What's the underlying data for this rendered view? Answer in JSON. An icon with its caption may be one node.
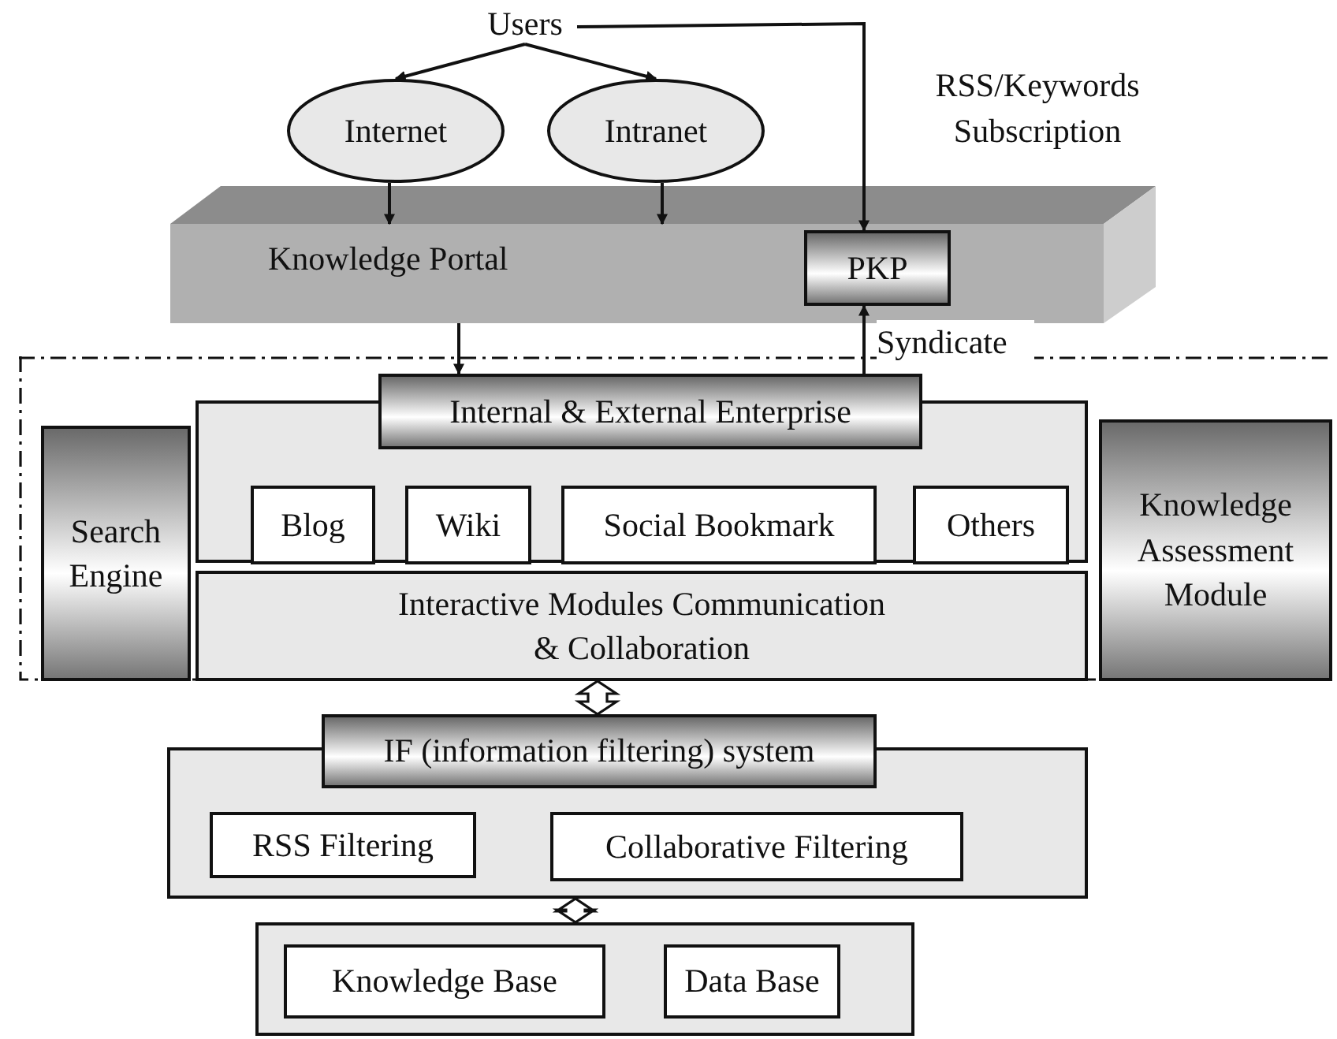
{
  "diagram": {
    "nodes": [
      {
        "text": [
          "Users"
        ]
      },
      {
        "text": [
          "Internet"
        ]
      },
      {
        "text": [
          "Intranet"
        ]
      },
      {
        "text": [
          "Knowledge Portal"
        ]
      },
      {
        "text": [
          "PKP"
        ],
        "in": 3
      },
      {
        "text": [],
        "shape": "box"
      },
      {
        "text": [
          "Search Engine"
        ],
        "in": 5
      },
      {
        "text": [],
        "shape": "box",
        "in": 5
      },
      {
        "text": [
          "Internal & External Enterprise"
        ],
        "in": 5
      },
      {
        "text": [
          "Blog"
        ],
        "in": 7
      },
      {
        "text": [
          "Wiki"
        ],
        "in": 7
      },
      {
        "text": [
          "Social Bookmark"
        ],
        "in": 7
      },
      {
        "text": [
          "Others"
        ],
        "in": 7
      },
      {
        "text": [
          "Interactive Modules Communication & Collaboration"
        ],
        "in": 5
      },
      {
        "text": [
          "Knowledge Assessment Module"
        ],
        "in": 5
      },
      {
        "text": [],
        "shape": "box"
      },
      {
        "text": [
          "IF (information filtering) system"
        ]
      },
      {
        "text": [
          "RSS Filtering"
        ],
        "in": 15
      },
      {
        "text": [
          "Collaborative Filtering"
        ],
        "in": 15
      },
      {
        "text": [],
        "shape": "box"
      },
      {
        "text": [
          "Knowledge Base"
        ],
        "in": 19
      },
      {
        "text": [
          "Data Base"
        ],
        "in": 19
      }
    ],
    "edges": [
      {
        "from": 0,
        "to": 1,
        "arrow": "to"
      },
      {
        "from": 0,
        "to": 2,
        "arrow": "to"
      },
      {
        "from": 0,
        "to": 4,
        "arrow": "to",
        "label": "RSS/Keywords Subscription"
      },
      {
        "from": 1,
        "to": 3,
        "arrow": "to"
      },
      {
        "from": 2,
        "to": 3,
        "arrow": "to"
      },
      {
        "from": 3,
        "to": 8,
        "arrow": "to"
      },
      {
        "from": 8,
        "to": 4,
        "arrow": "to",
        "label": "Syndicate"
      },
      {
        "from": 13,
        "to": 16,
        "arrow": "both",
        "style": "thick"
      },
      {
        "from": 15,
        "to": 19,
        "arrow": "both",
        "style": "thick"
      }
    ]
  }
}
